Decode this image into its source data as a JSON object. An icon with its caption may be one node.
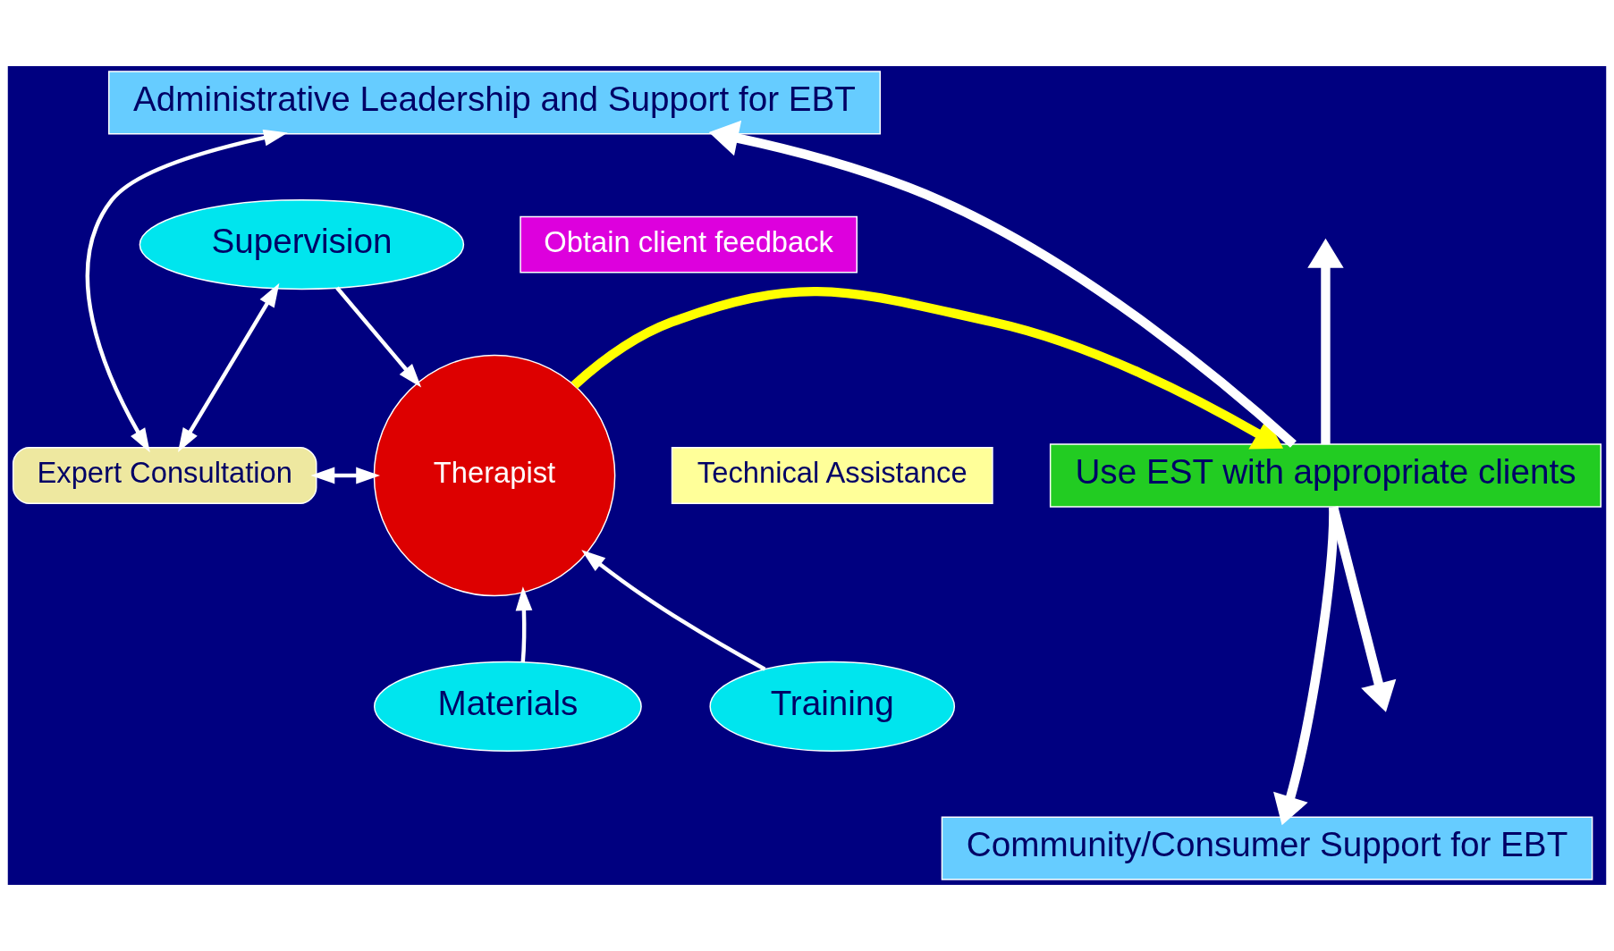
{
  "diagram": {
    "nodes": [
      {
        "text": [
          "Administrative Leadership and Support for EBT"
        ]
      },
      {
        "text": [
          "Obtain client feedback"
        ]
      },
      {
        "text": [
          "Technical Assistance"
        ]
      },
      {
        "text": [
          "Supervision"
        ]
      },
      {
        "text": [
          "Expert Consultation"
        ]
      },
      {
        "text": [
          "Therapist"
        ]
      },
      {
        "text": [
          "Use EST with appropriate clients"
        ]
      },
      {
        "text": [
          "Training"
        ]
      },
      {
        "text": [
          "Materials"
        ]
      },
      {
        "text": [
          "Community/Consumer Support for EBT"
        ]
      }
    ],
    "edges": [
      {
        "from": 0,
        "to": 4,
        "arrow": "both"
      },
      {
        "from": 4,
        "to": 3,
        "arrow": "both"
      },
      {
        "from": 4,
        "to": 5,
        "arrow": "both"
      },
      {
        "from": 3,
        "to": 5,
        "arrow": "to"
      },
      {
        "from": 7,
        "to": 5,
        "arrow": "to"
      },
      {
        "from": 8,
        "to": 5,
        "arrow": "to"
      },
      {
        "from": 5,
        "to": 6,
        "arrow": "to",
        "style": "thick",
        "color": "#ffff00"
      },
      {
        "from": 6,
        "to": 0,
        "arrow": "to",
        "style": "thick"
      },
      {
        "from": 6,
        "to": null,
        "arrow": "to",
        "style": "thick"
      },
      {
        "from": 6,
        "to": 9,
        "arrow": "to",
        "style": "thick"
      },
      {
        "from": 6,
        "to": null,
        "arrow": "to",
        "style": "thick"
      }
    ]
  }
}
